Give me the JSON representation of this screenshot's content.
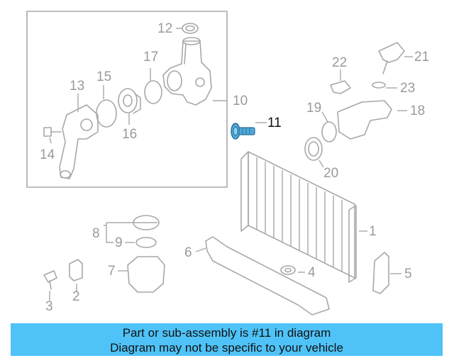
{
  "diagram": {
    "callouts": [
      "1",
      "2",
      "3",
      "4",
      "5",
      "6",
      "7",
      "8",
      "9",
      "10",
      "11",
      "12",
      "13",
      "14",
      "15",
      "16",
      "17",
      "18",
      "19",
      "20",
      "21",
      "22",
      "23"
    ],
    "highlighted_callout": "11",
    "colors": {
      "highlight_part": "#4fa8d8",
      "part_stroke": "#a8a8a8",
      "label": "#9a9a9a",
      "highlight_label": "#111111"
    }
  },
  "banner": {
    "line1": "Part or sub-assembly is #11 in diagram",
    "line2": "Diagram may not be specific to your vehicle",
    "background": "#4fc3f7"
  }
}
